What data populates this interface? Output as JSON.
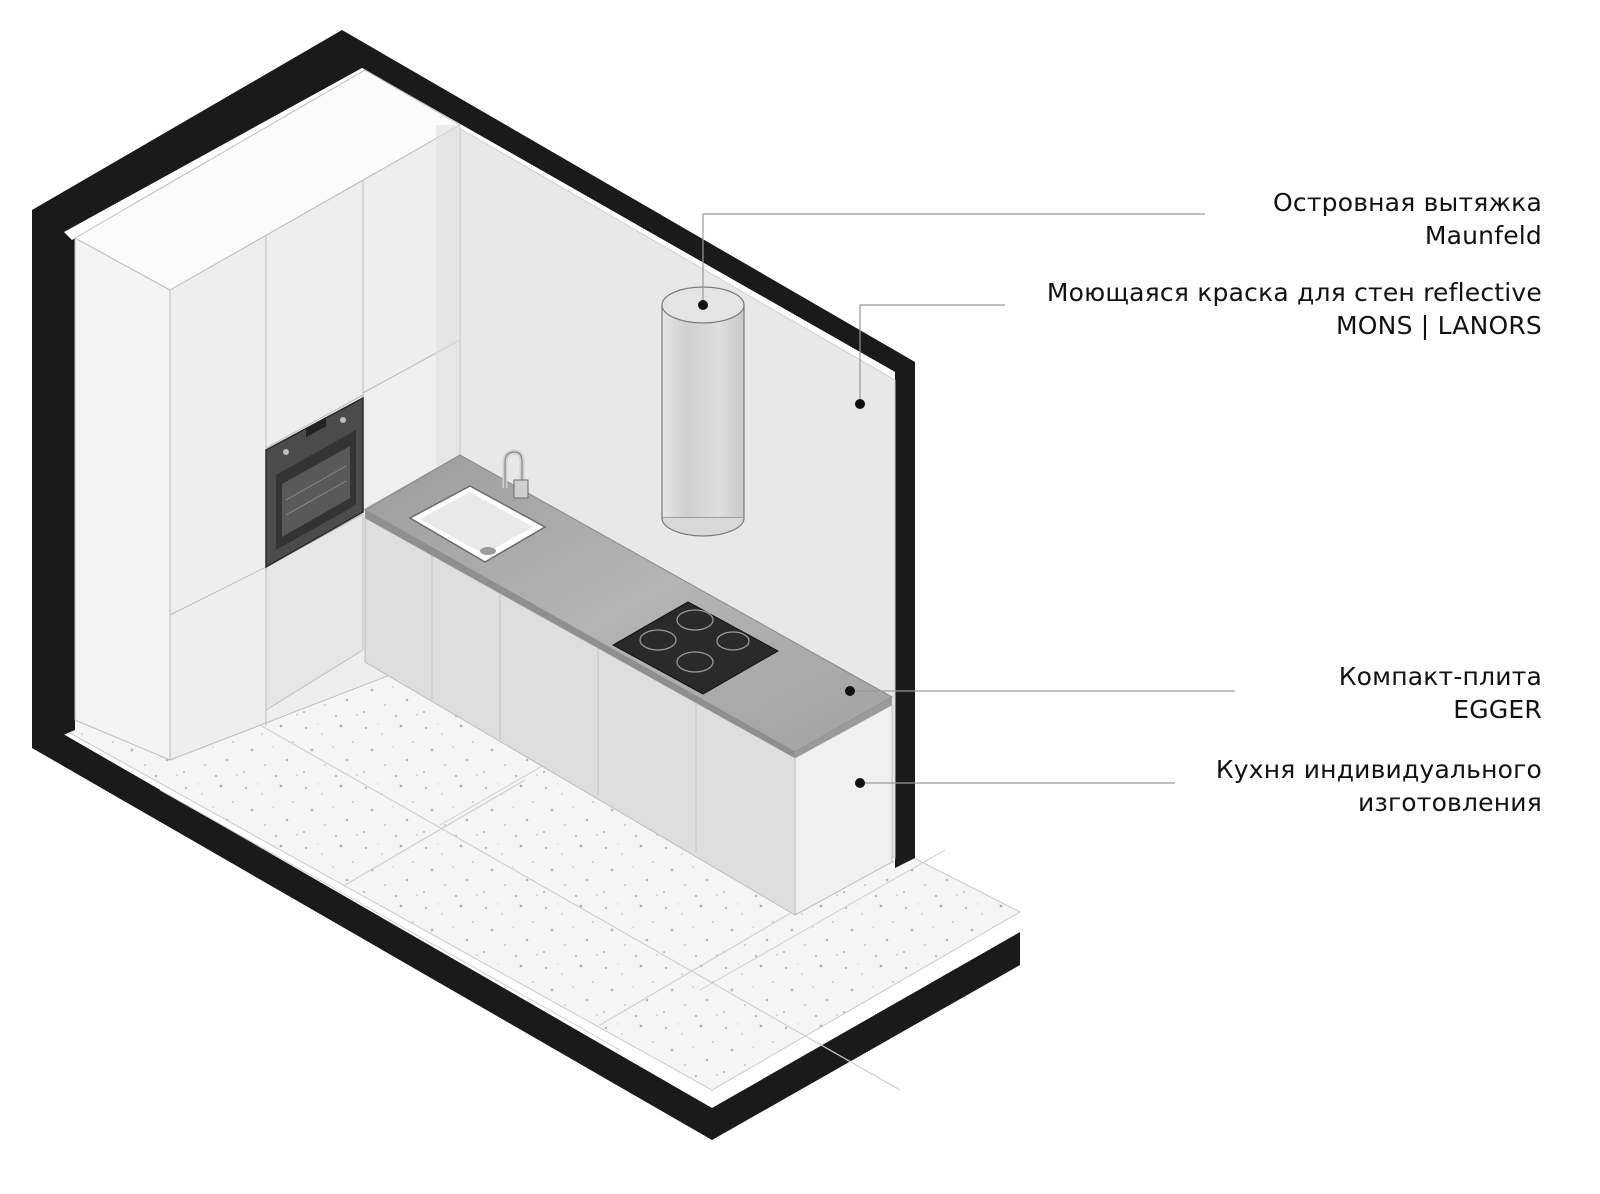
{
  "annotations": {
    "hood": {
      "line1": "Островная вытяжка",
      "line2": "Maunfeld"
    },
    "paint": {
      "line1": "Моющаяся краска для стен reflective",
      "line2": "MONS | LANORS"
    },
    "compact": {
      "line1": "Компакт-плита",
      "line2": "EGGER"
    },
    "kitchen": {
      "line1": "Кухня индивидуального",
      "line2": "изготовления"
    }
  },
  "colors": {
    "wall_section": "#1a1a1a",
    "wall_face": "#e9e9e9",
    "cabinet_face": "#ededed",
    "base_cabinet": "#dadada",
    "countertop": "#a9a9a9",
    "floor": "#f4f4f4",
    "hob": "#2a2a2a",
    "oven": "#4b4b4b",
    "leader_line": "#9a9a9a"
  }
}
